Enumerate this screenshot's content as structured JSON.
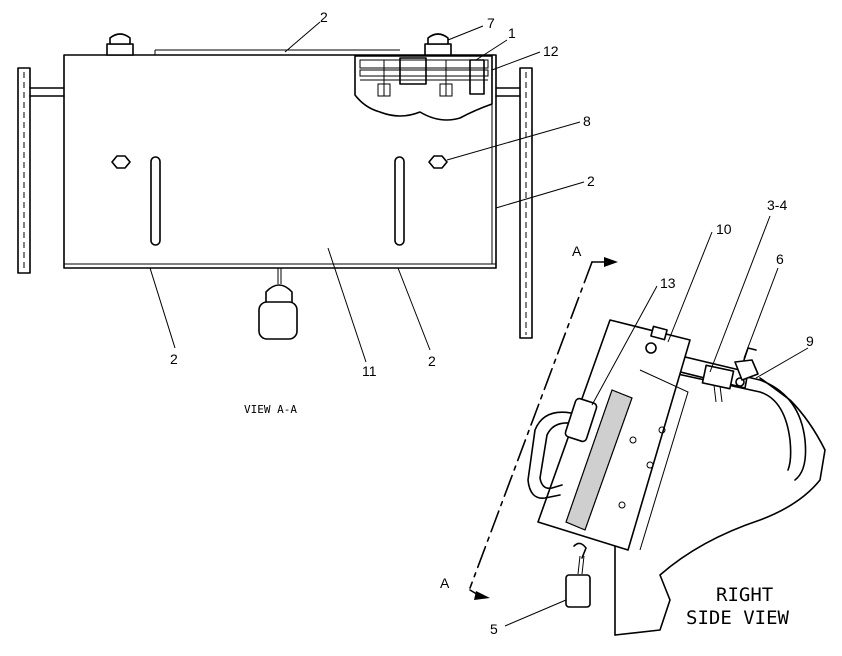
{
  "views": {
    "view_a_a": {
      "caption": "VIEW A-A"
    },
    "right_side_view": {
      "caption_line1": "RIGHT",
      "caption_line2": "SIDE VIEW"
    },
    "section_marker": {
      "letter_top": "A",
      "letter_bottom": "A"
    }
  },
  "callouts": {
    "c1": "1",
    "c2_top": "2",
    "c2_right": "2",
    "c2_bl": "2",
    "c2_br": "2",
    "c7": "7",
    "c8": "8",
    "c11": "11",
    "c12": "12",
    "c10": "10",
    "c13": "13",
    "c3_4": "3-4",
    "c6": "6",
    "c9": "9",
    "c5": "5"
  }
}
